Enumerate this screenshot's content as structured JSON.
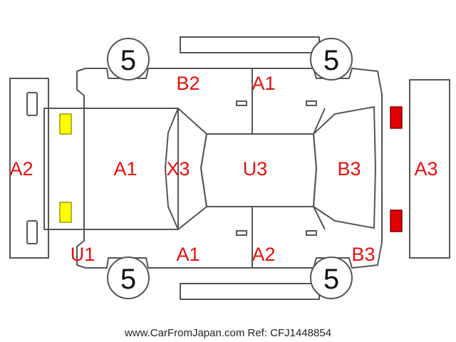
{
  "colors": {
    "line": "#555555",
    "damage_text": "#e01010",
    "tire_text": "#111111",
    "footer_text": "#222222",
    "headlight_fill": "#ffff00",
    "headlight_stroke": "#999900",
    "taillight_fill": "#e00000",
    "taillight_stroke": "#800000"
  },
  "icons": {
    "headlight": "yellow-rectangle",
    "taillight": "red-rectangle",
    "tire": "circle-with-number"
  },
  "panels": {
    "front_bumper": "A2",
    "hood": "A1",
    "windshield": "X3",
    "roof": "U3",
    "rear_window": "B3",
    "rear_bumper": "A3",
    "front_left_fender": "U1",
    "left_front_door": "A1",
    "left_rear_door": "A2",
    "left_rear_quarter": "B3",
    "right_front_door": "B2",
    "right_rear_door": "A1"
  },
  "tires": {
    "top_left": "5",
    "top_right": "5",
    "bottom_left": "5",
    "bottom_right": "5"
  },
  "footer": "www.CarFromJapan.com Ref: CFJ1448854"
}
